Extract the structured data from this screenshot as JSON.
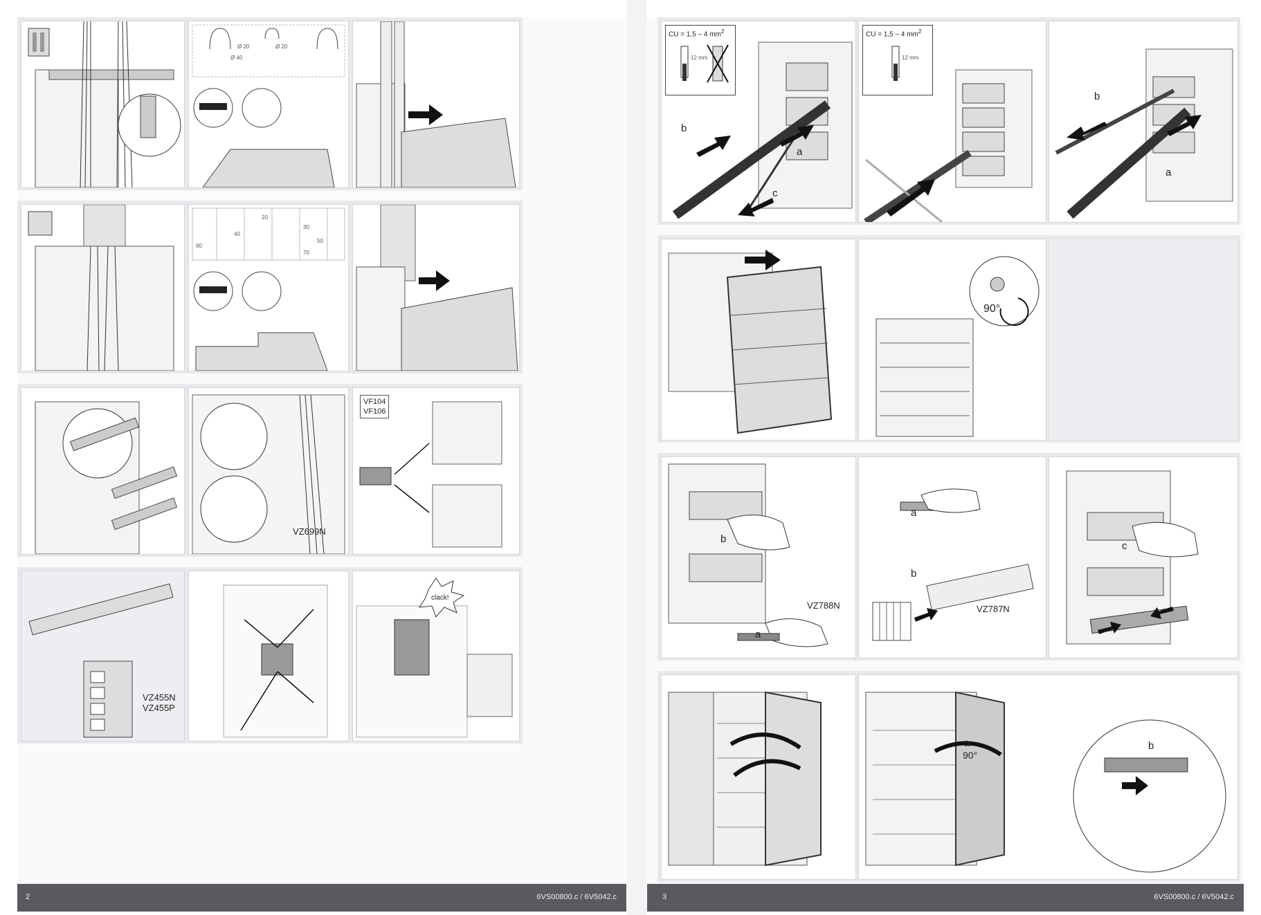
{
  "pages": {
    "left": {
      "page_number": "2",
      "doc_code": "6VS00800.c / 6V5042.c"
    },
    "right": {
      "page_number": "3",
      "doc_code": "6VS00800.c / 6V5042.c"
    }
  },
  "labels": {
    "knockout_d20_a": "Ø 20",
    "knockout_d40": "Ø 40",
    "knockout_d20_b": "Ø 20",
    "cut_20": "20",
    "cut_30": "30",
    "cut_40": "40",
    "cut_50": "50",
    "cut_60": "60",
    "cut_70": "70",
    "vf_line1": "VF104",
    "vf_line2": "VF106",
    "vz699": "VZ699N",
    "vz455n": "VZ455N",
    "vz455p": "VZ455P",
    "clack": "clack!",
    "cu_1": "CU = 1,5 – 4 mm",
    "cu_1_sup": "2",
    "cu_2": "CU = 1,5 – 4 mm",
    "cu_2_sup": "2",
    "strip_1": "12 mm",
    "strip_2": "12 mm",
    "step_b1": "b",
    "step_a1": "a",
    "step_c1": "c",
    "step_b2": "b",
    "step_a2": "a",
    "rot_90_a": "90°",
    "step_b3": "b",
    "step_a3": "a",
    "vz788": "VZ788N",
    "step_a4": "a",
    "step_b4": "b",
    "vz787": "VZ787N",
    "step_c2": "c",
    "step_a5": "a",
    "rot_90_b": "90°",
    "step_b5": "b"
  }
}
